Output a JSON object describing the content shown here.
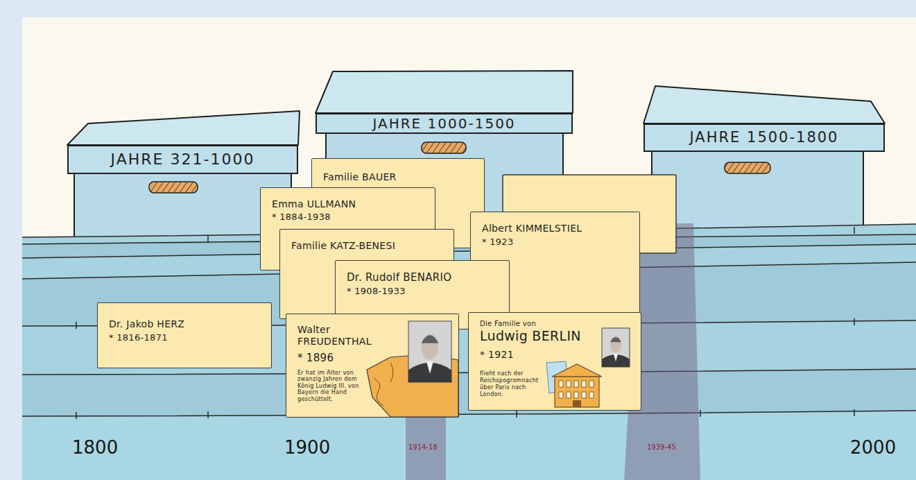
{
  "diagram": {
    "nodes": [
      {
        "text": [
          "JAHRE 321-1000"
        ]
      },
      {
        "text": [
          "JAHRE 1000-1500"
        ]
      },
      {
        "text": [
          "JAHRE 1500-1800"
        ]
      },
      {
        "text": [
          "Familie BAUER"
        ]
      },
      {
        "text": [
          "Emma ULLMANN",
          "* 1884-1938"
        ]
      },
      {
        "text": [
          "Familie KATZ-BENESI"
        ]
      },
      {
        "text": [
          "Albert KIMMELSTIEL",
          "* 1923"
        ]
      },
      {
        "text": [
          "Dr. Rudolf BENARIO",
          "* 1908-1933"
        ]
      },
      {
        "text": [
          "Dr. Jakob HERZ",
          "* 1816-1871"
        ]
      },
      {
        "text": [
          "Walter FREUDENTHAL",
          "* 1896",
          "Er hat im Alter von zwanzig Jahren dem König Ludwig III. von Bayern die Hand geschüttelt."
        ]
      },
      {
        "text": [
          "Die Familie von",
          "Ludwig BERLIN",
          "* 1921",
          "flieht nach der Reichspogromnacht über Paris nach London."
        ]
      }
    ],
    "labels": [
      "1800",
      "1900",
      "1914-18",
      "1939-45",
      "2000"
    ]
  }
}
